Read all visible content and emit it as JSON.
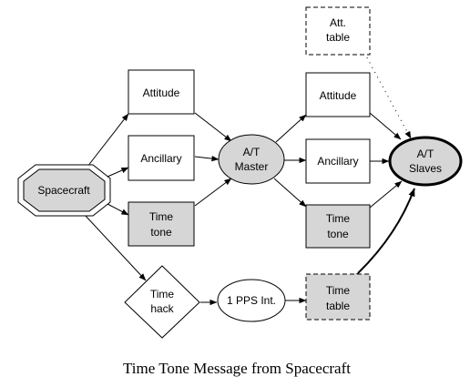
{
  "diagram": {
    "nodes": {
      "att_table_top": [
        "Att.",
        "table"
      ],
      "attitude_left": [
        "Attitude"
      ],
      "ancillary_left": [
        "Ancillary"
      ],
      "time_tone_left": [
        "Time",
        "tone"
      ],
      "spacecraft": [
        "Spacecraft"
      ],
      "at_master": [
        "A/T",
        "Master"
      ],
      "attitude_right": [
        "Attitude"
      ],
      "ancillary_right": [
        "Ancillary"
      ],
      "time_tone_right": [
        "Time",
        "tone"
      ],
      "at_slaves": [
        "A/T",
        "Slaves"
      ],
      "time_hack": [
        "Time",
        "hack"
      ],
      "pps_int": [
        "1 PPS Int."
      ],
      "time_table": [
        "Time",
        "table"
      ]
    },
    "caption": "Time Tone Message from Spacecraft"
  },
  "colors": {
    "gray_fill": "#d6d6d6",
    "line": "#000000",
    "background": "#ffffff"
  }
}
